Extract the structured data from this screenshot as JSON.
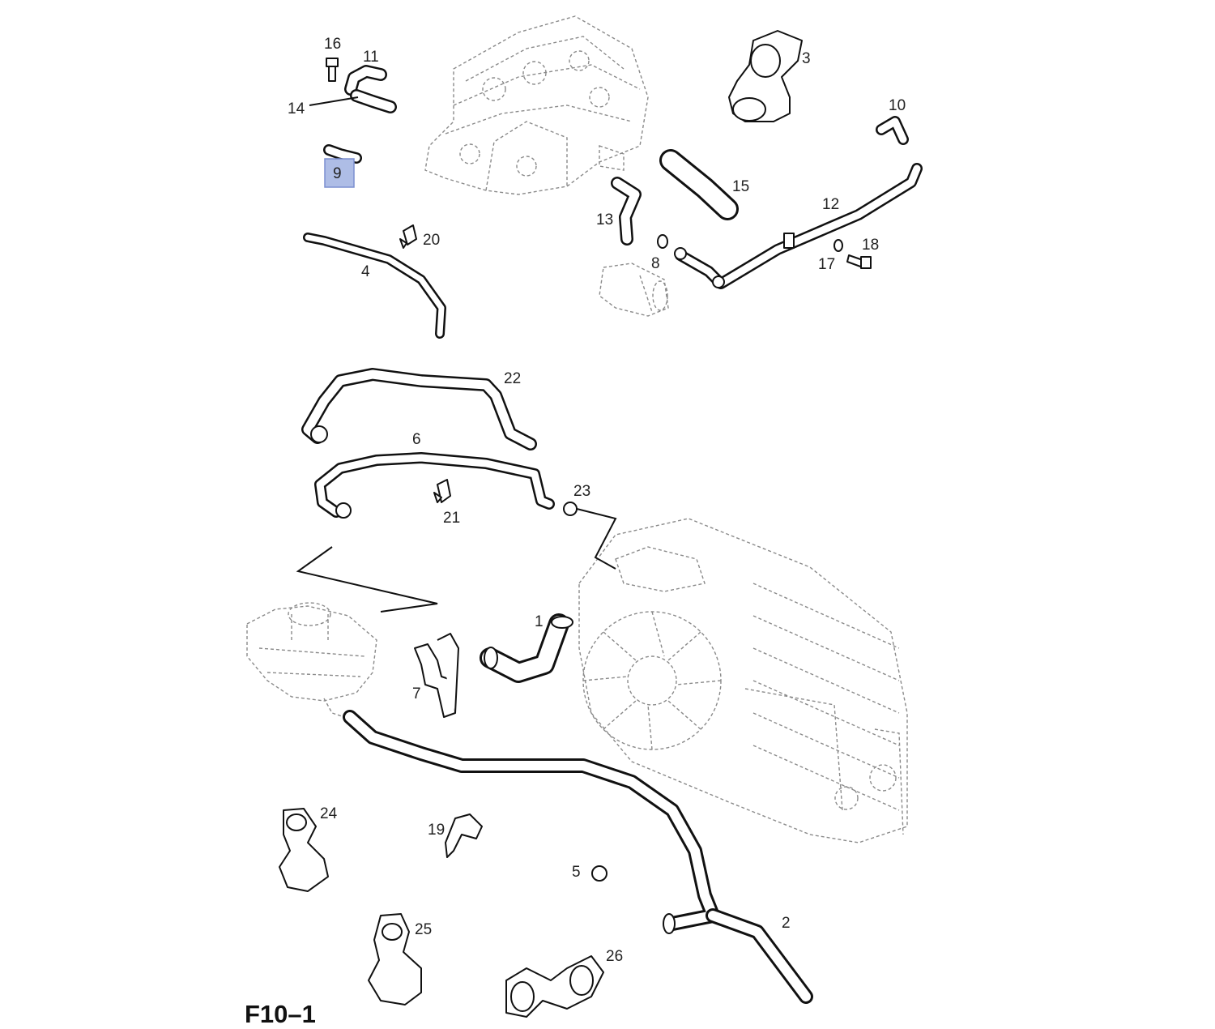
{
  "figure": {
    "label": "F10–1"
  },
  "highlight": {
    "label": "9",
    "color": "#aebde6"
  },
  "callouts": [
    {
      "id": "16",
      "text": "16"
    },
    {
      "id": "11",
      "text": "11"
    },
    {
      "id": "14",
      "text": "14"
    },
    {
      "id": "3",
      "text": "3"
    },
    {
      "id": "10",
      "text": "10"
    },
    {
      "id": "15",
      "text": "15"
    },
    {
      "id": "12",
      "text": "12"
    },
    {
      "id": "13",
      "text": "13"
    },
    {
      "id": "20",
      "text": "20"
    },
    {
      "id": "4",
      "text": "4"
    },
    {
      "id": "8",
      "text": "8"
    },
    {
      "id": "17",
      "text": "17"
    },
    {
      "id": "18",
      "text": "18"
    },
    {
      "id": "22",
      "text": "22"
    },
    {
      "id": "6",
      "text": "6"
    },
    {
      "id": "23",
      "text": "23"
    },
    {
      "id": "21",
      "text": "21"
    },
    {
      "id": "1",
      "text": "1"
    },
    {
      "id": "7",
      "text": "7"
    },
    {
      "id": "24",
      "text": "24"
    },
    {
      "id": "19",
      "text": "19"
    },
    {
      "id": "5",
      "text": "5"
    },
    {
      "id": "2",
      "text": "2"
    },
    {
      "id": "25",
      "text": "25"
    },
    {
      "id": "26",
      "text": "26"
    }
  ]
}
